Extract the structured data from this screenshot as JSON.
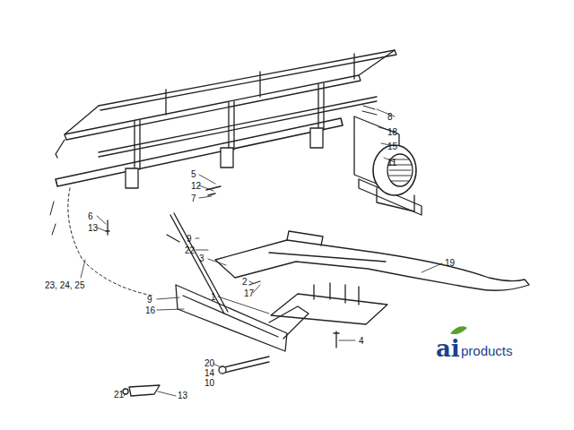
{
  "diagram": {
    "labels": [
      "8",
      "18",
      "15",
      "11",
      "5",
      "12",
      "7",
      "6",
      "13",
      "3",
      "19",
      "9",
      "22",
      "2",
      "17",
      "23, 24, 25",
      "1",
      "4",
      "9",
      "16",
      "20",
      "14",
      "10",
      "21",
      "13",
      "ai",
      "products"
    ]
  }
}
